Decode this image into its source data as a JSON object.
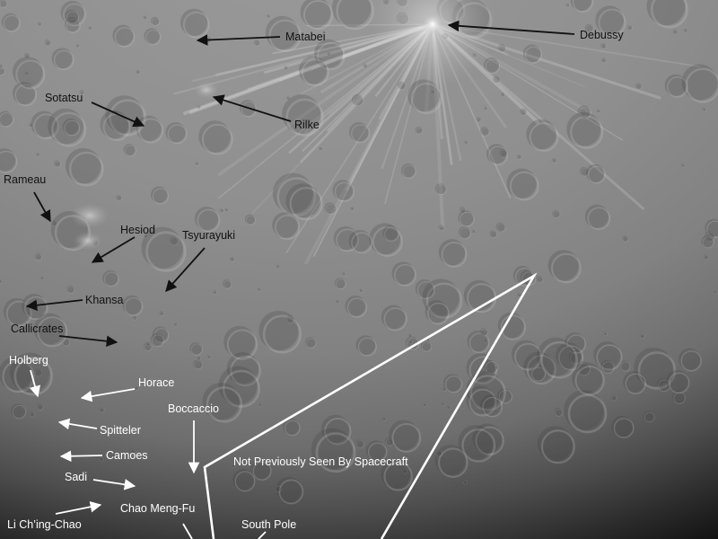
{
  "labels": {
    "debussy": "Debussy",
    "matabei": "Matabei",
    "sotatsu": "Sotatsu",
    "rilke": "Rilke",
    "rameau": "Rameau",
    "hesiod": "Hesiod",
    "tsyurayuki": "Tsyurayuki",
    "khansa": "Khansa",
    "callicrates": "Callicrates",
    "holberg": "Holberg",
    "horace": "Horace",
    "boccaccio": "Boccaccio",
    "spitteler": "Spitteler",
    "camoes": "Camoes",
    "sadi": "Sadi",
    "chao_meng_fu": "Chao Meng-Fu",
    "li_ching_chao": "Li Ch’ing-Chao",
    "south_pole": "South Pole",
    "region_note": "Not Previously Seen By Spacecraft"
  },
  "colors": {
    "dark_label": "#111111",
    "light_label": "#ffffff",
    "region_outline": "#ffffff"
  }
}
